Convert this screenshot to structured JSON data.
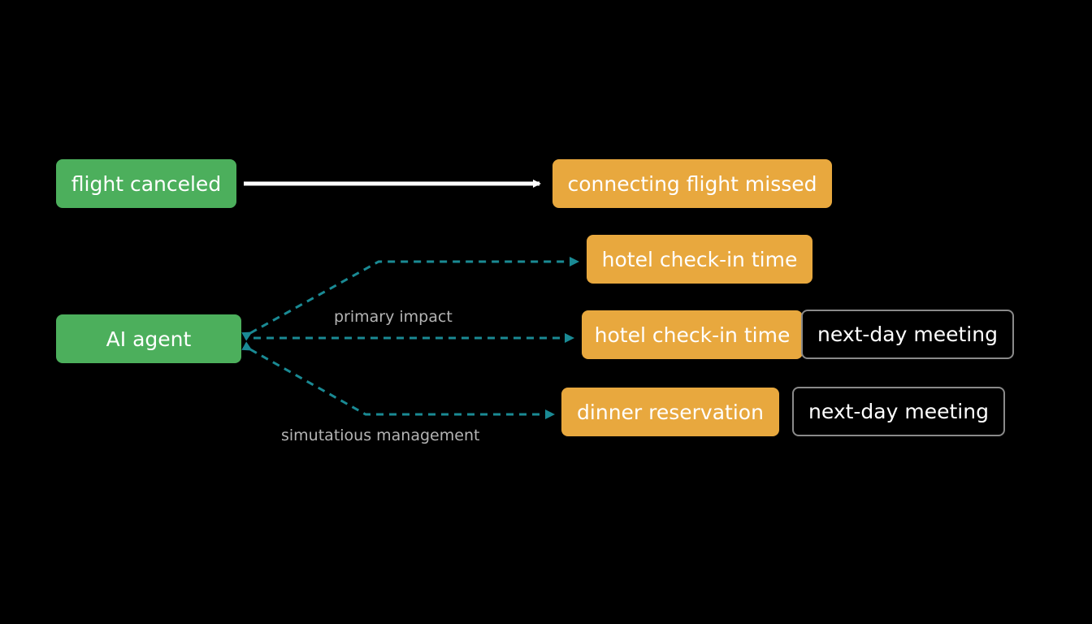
{
  "colors": {
    "background": "#000000",
    "source_node": "#4caf5c",
    "effect_node": "#e8a83e",
    "outline_node_border": "#8a8a8a",
    "solid_arrow": "#ffffff",
    "dashed_arrow": "#1a8a94",
    "edge_label_text": "#b4b4b4"
  },
  "nodes": {
    "flight_canceled": "flight canceled",
    "connecting_flight_missed": "connecting flight missed",
    "ai_agent": "AI agent",
    "hotel_checkin_1": "hotel check-in time",
    "hotel_checkin_2": "hotel check-in time",
    "next_day_meeting_1": "next-day meeting",
    "dinner_reservation": "dinner reservation",
    "next_day_meeting_2": "next-day meeting"
  },
  "edge_labels": {
    "primary_impact": "primary impact",
    "simultaneous_management": "simutatious management"
  }
}
